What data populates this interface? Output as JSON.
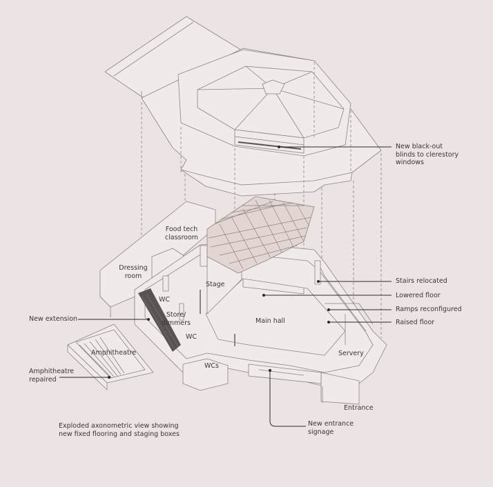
{
  "rooms": {
    "food_tech": "Food tech\nclassroom",
    "dressing": "Dressing\nroom",
    "stage": "Stage",
    "wc1": "WC",
    "store": "Store/\ndimmers",
    "wc2": "WC",
    "wcs": "WCs",
    "main_hall": "Main hall",
    "servery": "Servery",
    "amphitheatre": "Amphitheatre"
  },
  "callouts": {
    "blinds": "New black-out\nblinds to clerestory\nwindows",
    "stairs": "Stairs relocated",
    "lowered": "Lowered floor",
    "ramps": "Ramps reconfigured",
    "raised": "Raised floor",
    "extension": "New extension",
    "amph_repaired": "Amphitheatre\nrepaired",
    "entrance": "Entrance",
    "signage": "New entrance\nsignage"
  },
  "caption": "Exploded axonometric view showing\nnew fixed flooring and staging boxes"
}
